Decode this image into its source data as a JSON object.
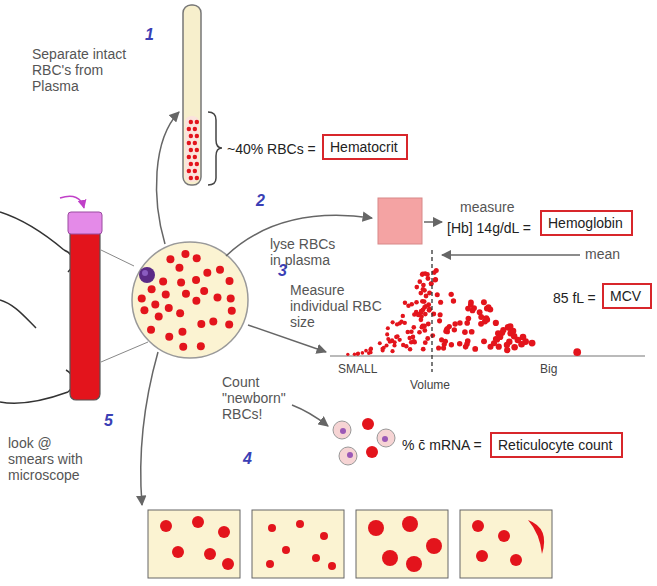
{
  "diagram": {
    "nodes": [
      {
        "text": [
          "Hematocrit"
        ]
      },
      {
        "text": [
          "Hemoglobin"
        ]
      },
      {
        "text": [
          "MCV"
        ]
      },
      {
        "text": [
          "Reticulocyte count"
        ]
      }
    ],
    "labels": [
      "1",
      "Separate intact RBC's from Plasma",
      "~40% RBCs =",
      "2",
      "lyse RBCs in plasma",
      "measure",
      "[Hb] 14g/dL =",
      "3",
      "Measure individual RBC size",
      "mean",
      "85 fL =",
      "SMALL",
      "Volume",
      "Big",
      "Count \"newborn\" RBCs!",
      "4",
      "% c̄ mRNA =",
      "5",
      "look @ smears with microscope"
    ]
  }
}
